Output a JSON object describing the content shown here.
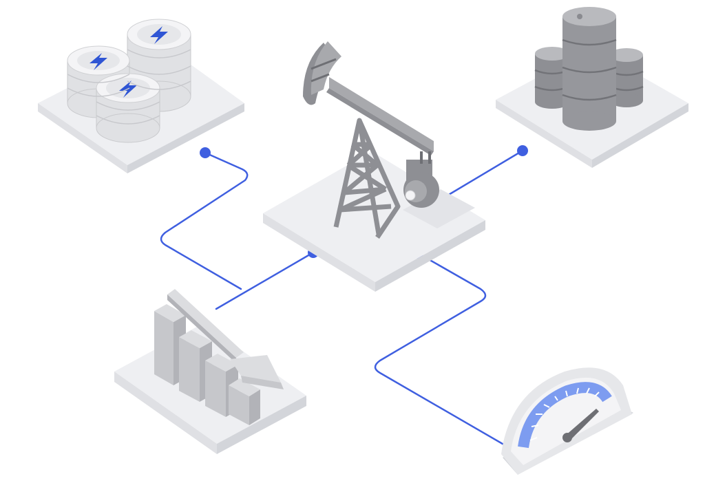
{
  "diagram": {
    "nodes": [
      {
        "id": "oil-pump",
        "icon": "oil-pumpjack-icon"
      },
      {
        "id": "energy-coins",
        "icon": "lightning-coin-stacks-icon"
      },
      {
        "id": "oil-barrels",
        "icon": "oil-barrels-icon"
      },
      {
        "id": "declining-chart",
        "icon": "declining-bar-chart-icon"
      },
      {
        "id": "speed-gauge",
        "icon": "speedometer-gauge-icon"
      }
    ],
    "connectors": [
      {
        "from": "oil-pump",
        "to": "energy-coins"
      },
      {
        "from": "oil-pump",
        "to": "oil-barrels"
      },
      {
        "from": "oil-pump",
        "to": "declining-chart"
      },
      {
        "from": "oil-pump",
        "to": "speed-gauge"
      }
    ]
  },
  "colors": {
    "connector": "#3f5fe0",
    "accent": "#7d9cf0",
    "platform_top": "#eeeff2",
    "platform_left": "#dfe0e4",
    "platform_right": "#d3d5da",
    "metal_light": "#a8a9ad",
    "metal_mid": "#8e8f94",
    "metal_dark": "#6e6f74",
    "bolt": "#2f55d4"
  }
}
